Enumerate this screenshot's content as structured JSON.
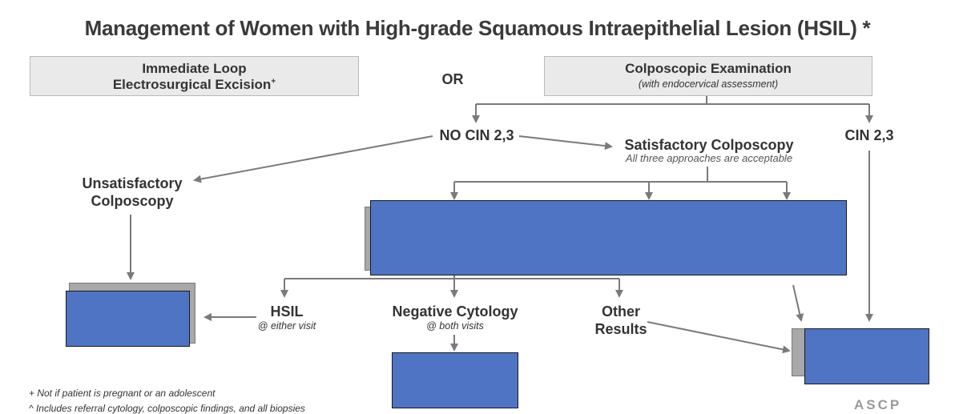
{
  "title": "Management of Women with High-grade Squamous Intraepithelial Lesion (HSIL) *",
  "immediate": {
    "line1": "Immediate Loop",
    "line2": "Electrosurgical Excision",
    "sup": "+"
  },
  "or_label": "OR",
  "colposcopic": {
    "title": "Colposcopic Examination",
    "subtitle": "(with endocervical assessment)"
  },
  "no_cin": "NO CIN 2,3",
  "cin23": "CIN 2,3",
  "satisfactory": {
    "title": "Satisfactory Colposcopy",
    "subtitle": "All three approaches are acceptable"
  },
  "unsatisfactory": {
    "line1": "Unsatisfactory",
    "line2": "Colposcopy"
  },
  "hsil": {
    "title": "HSIL",
    "subtitle": "@ either visit"
  },
  "negative": {
    "title": "Negative Cytology",
    "subtitle": "@ both visits"
  },
  "other": {
    "line1": "Other",
    "line2": "Results"
  },
  "footnotes": [
    "+ Not if patient is pregnant or an adolescent",
    "^ Includes referral cytology, colposcopic findings, and all biopsies"
  ],
  "logo_text": "ASCP",
  "colors": {
    "box_fill": "#eaeaea",
    "redaction_blue": "#4f74c3",
    "arrow_gray": "#7a7a7a"
  }
}
